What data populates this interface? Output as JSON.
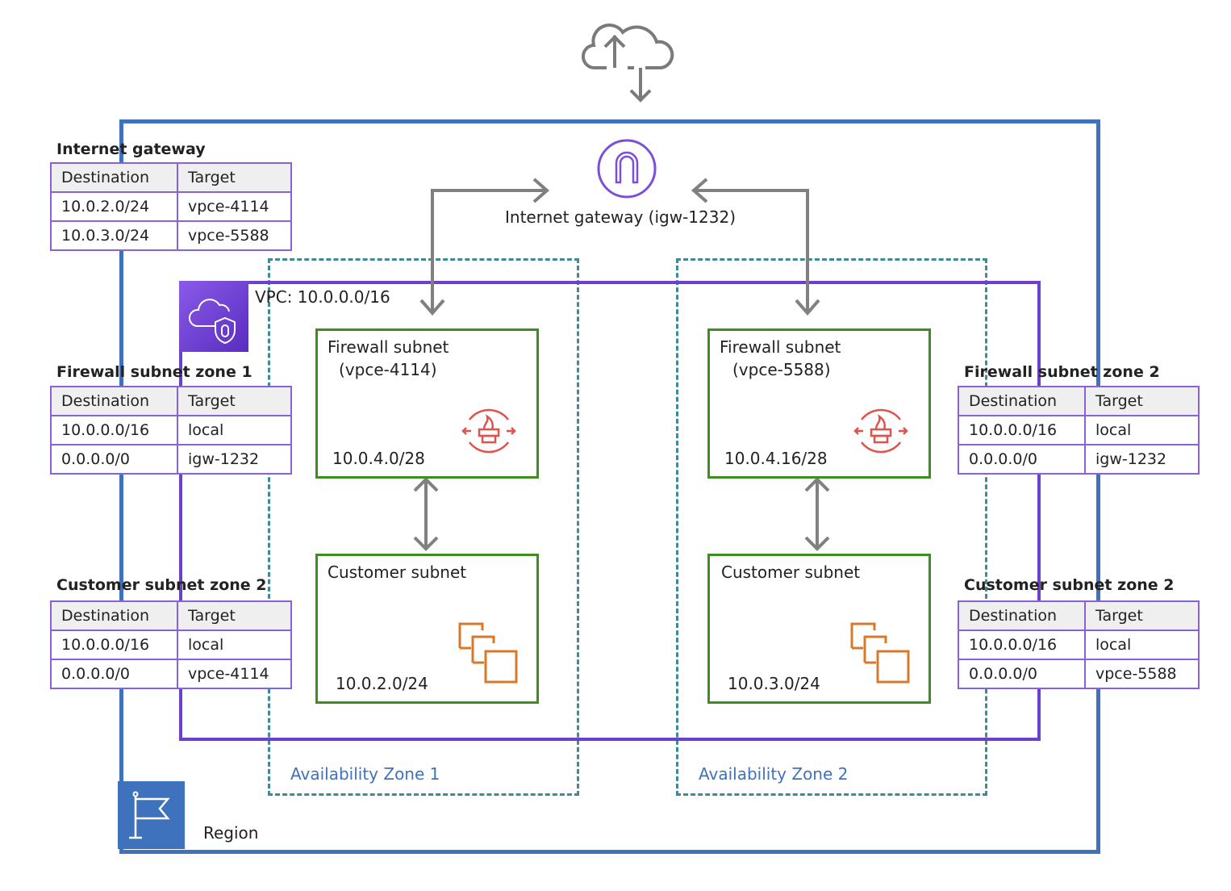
{
  "internet_icon": "cloud-upload-download-icon",
  "internet_gateway": {
    "label": "Internet gateway (igw-1232)",
    "icon": "internet-gateway-icon",
    "color": "#7d4fd8"
  },
  "vpc": {
    "label": "VPC: 10.0.0.0/16",
    "icon": "vpc-cloud-shield-icon",
    "color": "#6c3fcf"
  },
  "region": {
    "label": "Region",
    "icon": "flag-icon",
    "color": "#3f72bd"
  },
  "availability_zones": [
    {
      "label": "Availability Zone 1",
      "firewall_subnet": {
        "title": "Firewall subnet",
        "endpoint": "(vpce-4114)",
        "cidr": "10.0.4.0/28",
        "icon": "network-firewall-icon"
      },
      "customer_subnet": {
        "title": "Customer subnet",
        "cidr": "10.0.2.0/24",
        "icon": "ec2-instances-icon"
      }
    },
    {
      "label": "Availability Zone 2",
      "firewall_subnet": {
        "title": "Firewall subnet",
        "endpoint": "(vpce-5588)",
        "cidr": "10.0.4.16/28",
        "icon": "network-firewall-icon"
      },
      "customer_subnet": {
        "title": "Customer subnet",
        "cidr": "10.0.3.0/24",
        "icon": "ec2-instances-icon"
      }
    }
  ],
  "route_tables": {
    "igw": {
      "title": "Internet gateway",
      "headers": [
        "Destination",
        "Target"
      ],
      "rows": [
        [
          "10.0.2.0/24",
          "vpce-4114"
        ],
        [
          "10.0.3.0/24",
          "vpce-5588"
        ]
      ]
    },
    "fw_zone1": {
      "title": "Firewall subnet zone 1",
      "headers": [
        "Destination",
        "Target"
      ],
      "rows": [
        [
          "10.0.0.0/16",
          "local"
        ],
        [
          "0.0.0.0/0",
          "igw-1232"
        ]
      ]
    },
    "cust_zone1": {
      "title": "Customer subnet zone 2",
      "headers": [
        "Destination",
        "Target"
      ],
      "rows": [
        [
          "10.0.0.0/16",
          "local"
        ],
        [
          "0.0.0.0/0",
          "vpce-4114"
        ]
      ]
    },
    "fw_zone2": {
      "title": "Firewall subnet zone 2",
      "headers": [
        "Destination",
        "Target"
      ],
      "rows": [
        [
          "10.0.0.0/16",
          "local"
        ],
        [
          "0.0.0.0/0",
          "igw-1232"
        ]
      ]
    },
    "cust_zone2": {
      "title": "Customer subnet zone 2",
      "headers": [
        "Destination",
        "Target"
      ],
      "rows": [
        [
          "10.0.0.0/16",
          "local"
        ],
        [
          "0.0.0.0/0",
          "vpce-5588"
        ]
      ]
    }
  }
}
